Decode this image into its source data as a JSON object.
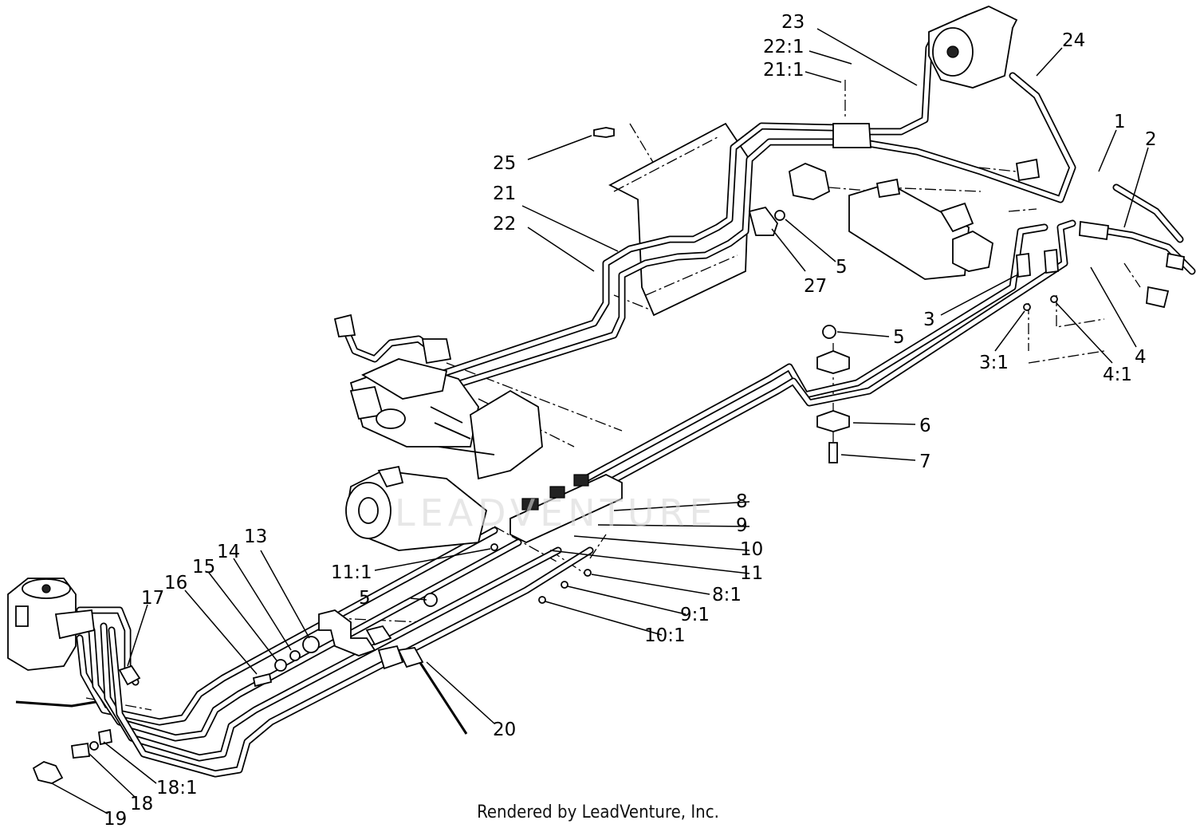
{
  "caption": "Rendered by LeadVenture, Inc.",
  "watermark": "LEADVENTURE",
  "callouts": [
    {
      "id": "1",
      "text": "1"
    },
    {
      "id": "2",
      "text": "2"
    },
    {
      "id": "3",
      "text": "3"
    },
    {
      "id": "3_1",
      "text": "3:1"
    },
    {
      "id": "4",
      "text": "4"
    },
    {
      "id": "4_1",
      "text": "4:1"
    },
    {
      "id": "5a",
      "text": "5"
    },
    {
      "id": "5b",
      "text": "5"
    },
    {
      "id": "5c",
      "text": "5"
    },
    {
      "id": "6",
      "text": "6"
    },
    {
      "id": "7",
      "text": "7"
    },
    {
      "id": "8",
      "text": "8"
    },
    {
      "id": "8_1",
      "text": "8:1"
    },
    {
      "id": "9",
      "text": "9"
    },
    {
      "id": "9_1",
      "text": "9:1"
    },
    {
      "id": "10",
      "text": "10"
    },
    {
      "id": "10_1",
      "text": "10:1"
    },
    {
      "id": "11",
      "text": "11"
    },
    {
      "id": "11_1",
      "text": "11:1"
    },
    {
      "id": "13",
      "text": "13"
    },
    {
      "id": "14",
      "text": "14"
    },
    {
      "id": "15",
      "text": "15"
    },
    {
      "id": "16",
      "text": "16"
    },
    {
      "id": "17",
      "text": "17"
    },
    {
      "id": "18",
      "text": "18"
    },
    {
      "id": "18_1",
      "text": "18:1"
    },
    {
      "id": "19",
      "text": "19"
    },
    {
      "id": "20",
      "text": "20"
    },
    {
      "id": "21",
      "text": "21"
    },
    {
      "id": "21_1",
      "text": "21:1"
    },
    {
      "id": "22",
      "text": "22"
    },
    {
      "id": "22_1",
      "text": "22:1"
    },
    {
      "id": "23",
      "text": "23"
    },
    {
      "id": "24",
      "text": "24"
    },
    {
      "id": "25",
      "text": "25"
    },
    {
      "id": "27",
      "text": "27"
    }
  ]
}
